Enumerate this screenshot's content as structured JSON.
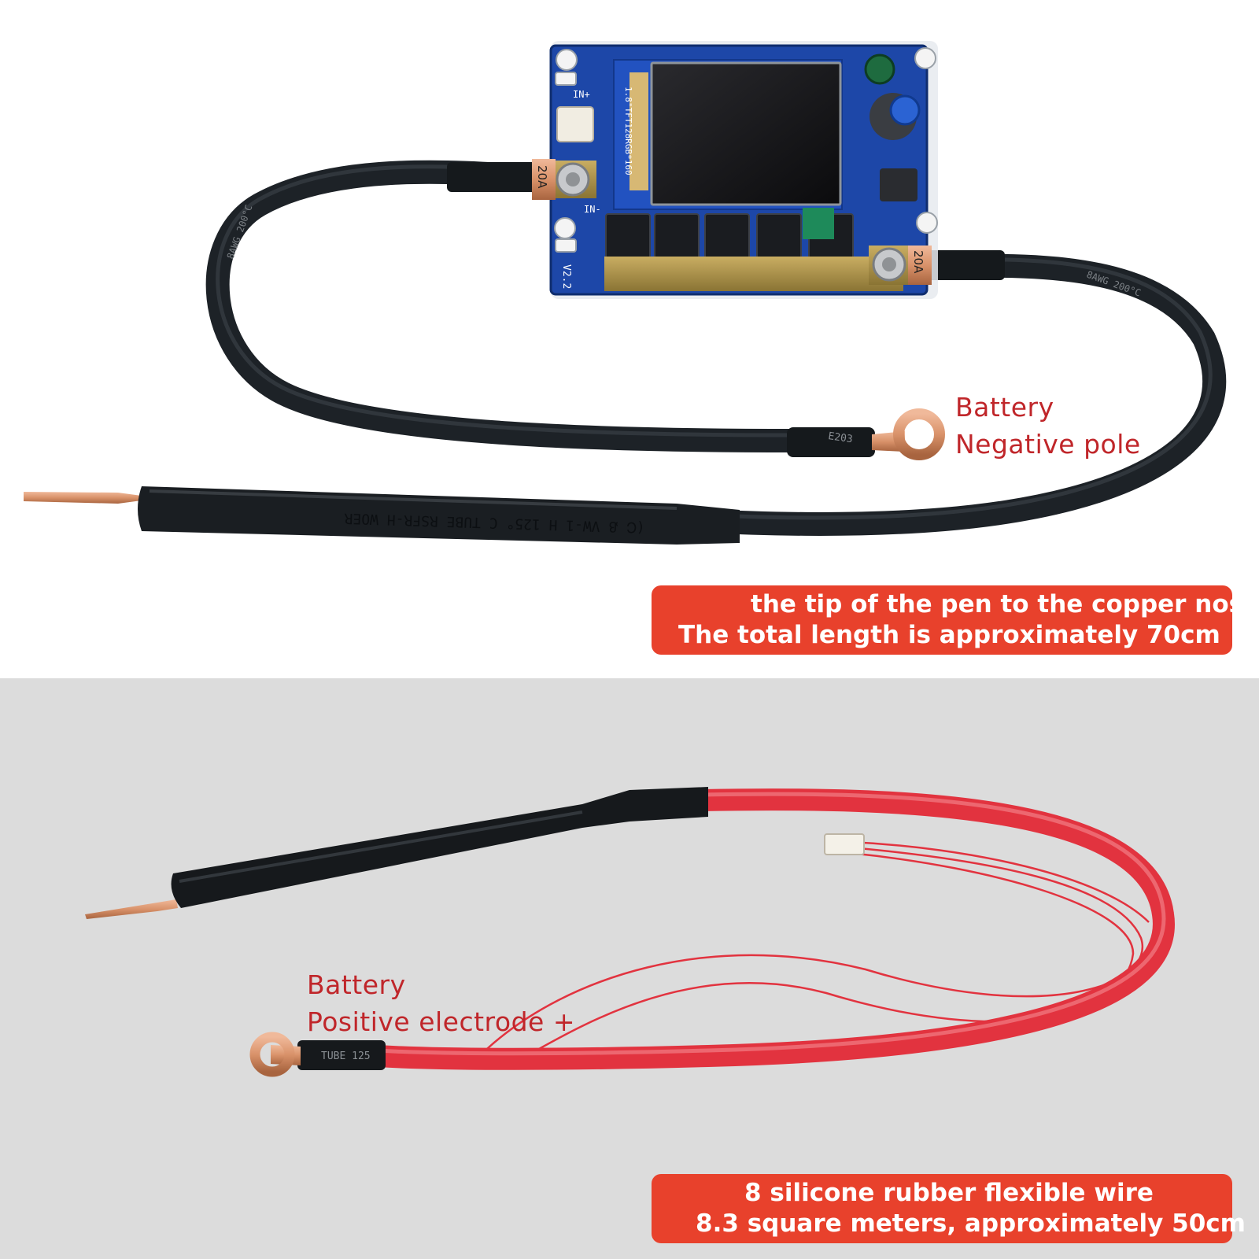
{
  "top_panel": {
    "board": {
      "model_label": "V2.2",
      "terminal_rating_left": "20A",
      "terminal_rating_right": "20A",
      "lcd_flex_print": "1.8\"TFT128RGB*160",
      "input_pos_label": "IN+",
      "input_neg_label": "IN-"
    },
    "cable_print_left": "8AWG 200°C",
    "cable_print_right": "8AWG 200°C",
    "lug_print": "E203",
    "pen_print": "(Ꮯ Ᏸ  VW-1 H  125° C  TUBE  RSFR-H  WOER",
    "negative_label": {
      "line1": "Battery",
      "line2": "Negative pole"
    },
    "banner": {
      "line1": "the tip of the pen to the copper nose",
      "line2": "The total length is approximately 70cm"
    }
  },
  "bottom_panel": {
    "lug_print": "TUBE 125",
    "positive_label": {
      "line1": "Battery",
      "line2": "Positive electrode +"
    },
    "banner": {
      "line1": "8 silicone rubber flexible wire",
      "line2": "8.3 square meters, approximately 50cm"
    }
  },
  "colors": {
    "label_red": "#c0262a",
    "banner_red": "#e8412c",
    "pcb_blue": "#1d47a8",
    "cable_black": "#1d2227",
    "wire_red": "#e2333f",
    "copper": "#d9926a",
    "bottom_background": "#dcdcdc"
  }
}
